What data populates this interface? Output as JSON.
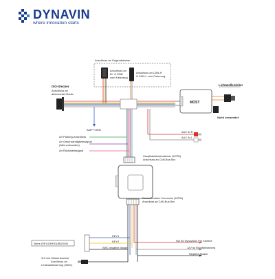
{
  "brand": {
    "name": "DYNAVIN",
    "registered": "®",
    "tagline": "where innovation starts",
    "color": "#1a3c8c",
    "accent": "#2a8cc8"
  },
  "labels": {
    "original_socket": "Anschluss an Originalstecker",
    "bplus_gnd_1": "Anschluss an",
    "bplus_gnd_2": "B+ & GND",
    "bplus_gnd_3": "vom Fahrzeug",
    "can_1": "Anschluss an CAN-H",
    "can_2": "& CAN-L vom Fahrzeug",
    "iso_title": "ISO-Stecker",
    "iso_1": "Anschluss an",
    "iso_2": "aftermarket Radio",
    "most": "MOST",
    "fiber_optic": "Lichtwellenleiter",
    "not_used": "Nicht verwendet",
    "amp_turn": "AMP TURN",
    "aux_r": "AUX IN R",
    "aux_l": "AUX IN L",
    "parking": "An Parking-Anschluss",
    "speed_1": "An Geschwindigkeitssignal",
    "speed_2": "(falls vorhanden)",
    "reverse": "An Rückwärtssignal",
    "main_1": "Hauptkabelbaumstecker (12PIN)",
    "main_2": "Anschluss an CAN-Bus Box",
    "comm_1": "Communication Connector (10PIN)",
    "comm_2": "Anschluss an CAN-Bus Box",
    "dip": "Siehe DIP-KONFIGURATION",
    "key1": "KEY1",
    "key2": "KEY2",
    "swc_ground": "SWC negative Masse",
    "camera": "Nur für Dynavision Pro Kamera",
    "rear_view": "12V für Rückfahrkamera",
    "neg_ground": "Negative Masse",
    "jack_1": "3,5 mm Klinkenbuchse",
    "jack_2": "Anschluss an",
    "jack_3": "Lenkradsteuerung (SWC)"
  },
  "wire_colors": {
    "red": "#d9322b",
    "yellow": "#e8c41c",
    "black": "#222222",
    "blue": "#3a5fc8",
    "green": "#3aa24a",
    "orange": "#e07b20",
    "purple": "#8a3fb0",
    "brown": "#7a4a22",
    "white": "#ffffff",
    "gray": "#888888",
    "pink": "#e55a8a",
    "light_blue": "#5aaee6"
  },
  "icons": [
    "dynavin-logo-icon",
    "connector-icon",
    "can-bus-box-icon",
    "most-module-icon",
    "rca-plug-icon",
    "audio-jack-icon"
  ]
}
